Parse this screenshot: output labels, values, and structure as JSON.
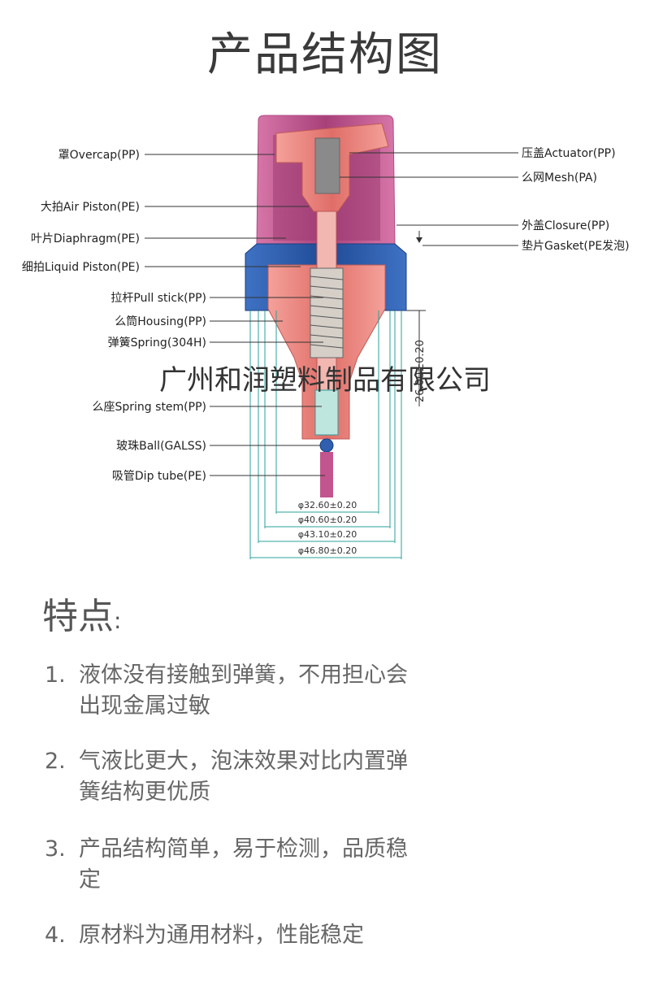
{
  "title": "产品结构图",
  "watermark": "广州和润塑料制品有限公司",
  "labels_left": [
    "罩Overcap(PP)",
    "大拍Air Piston(PE)",
    "叶片Diaphragm(PE)",
    "细拍Liquid Piston(PE)",
    "拉杆Pull stick(PP)",
    "么筒Housing(PP)",
    "弹簧Spring(304H)",
    "么座Spring stem(PP)",
    "玻珠Ball(GALSS)",
    "吸管Dip tube(PE)"
  ],
  "labels_right": [
    "压盖Actuator(PP)",
    "么网Mesh(PA)",
    "外盖Closure(PP)",
    "垫片Gasket(PE发泡)"
  ],
  "dimensions": {
    "height": "26.00±0.20",
    "d1": "φ32.60±0.20",
    "d2": "φ40.60±0.20",
    "d3": "φ43.10±0.20",
    "d4": "φ46.80±0.20"
  },
  "features": {
    "heading": "特点",
    "colon": ":",
    "items": [
      {
        "num": "1.",
        "text": "液体没有接触到弹簧，不用担心会出现金属过敏"
      },
      {
        "num": "2.",
        "text": "气液比更大，泡沫效果对比内置弹簧结构更优质"
      },
      {
        "num": "3.",
        "text": "产品结构简单，易于检测，品质稳定"
      },
      {
        "num": "4.",
        "text": "原材料为通用材料，性能稳定"
      }
    ]
  },
  "colors": {
    "overcap": "#c2558e",
    "actuator": "#e8807a",
    "closure": "#2f5fae",
    "dimension_line": "#2aa198",
    "mesh": "#8a8a8a"
  }
}
